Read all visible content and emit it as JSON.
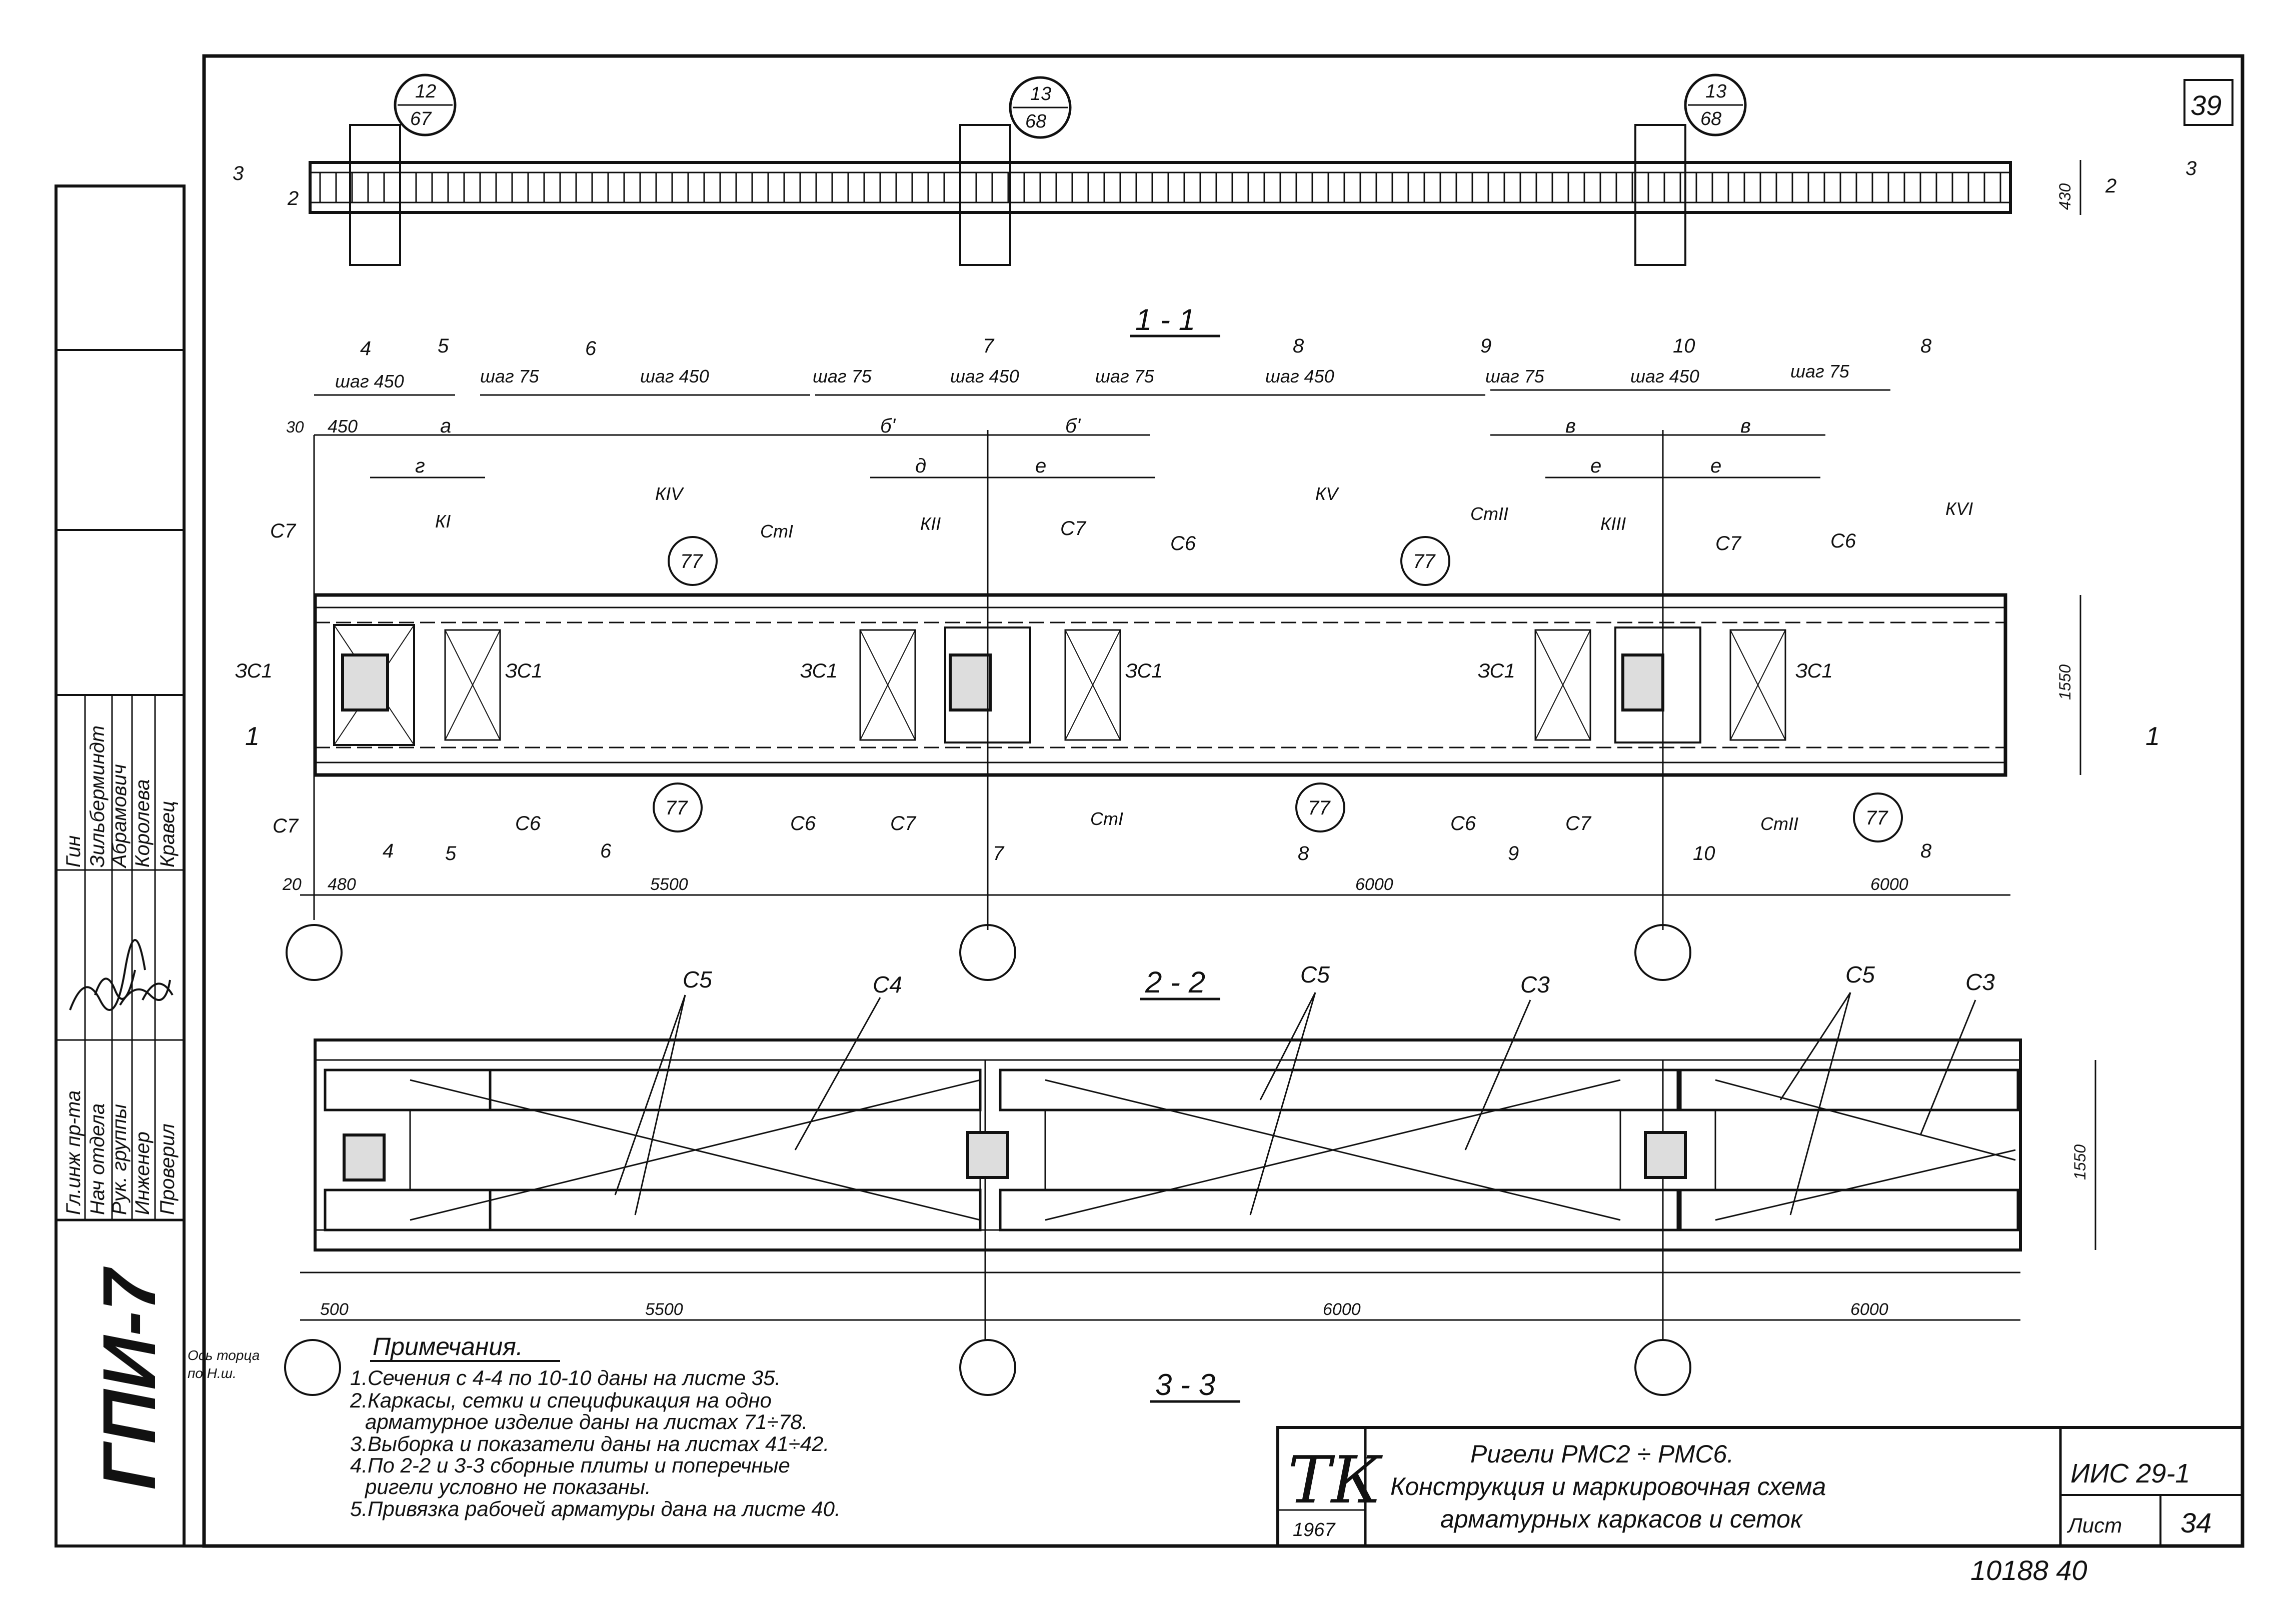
{
  "sheet": {
    "top_number": "39",
    "side_code": "ГПИ-7",
    "bottom_note": "10188 40",
    "sub_note": "Ось торца\nпо Н.ш."
  },
  "signatures": {
    "roles": [
      "Гл.инж пр-та",
      "Нач отдела",
      "Рук. группы",
      "Инженер",
      "Проверил"
    ],
    "names": [
      "Гин",
      "Зильберминдт",
      "Абрамович",
      "Королева",
      "Кравец"
    ]
  },
  "sections": {
    "s1": "1 - 1",
    "s2": "2 - 2",
    "s3": "3 - 3"
  },
  "callouts": {
    "top": [
      {
        "num": "12",
        "den": "67"
      },
      {
        "num": "13",
        "den": "68"
      },
      {
        "num": "13",
        "den": "68"
      }
    ],
    "ref77": "77"
  },
  "plan": {
    "steps": [
      "шаг 450",
      "шаг 75",
      "шаг 450",
      "шаг 75",
      "шаг 450",
      "шаг 75",
      "шаг 450",
      "шаг 75",
      "шаг 450",
      "шаг 75"
    ],
    "dims_top": [
      "30",
      "450",
      "а",
      "г",
      "б'",
      "б'",
      "д",
      "е",
      "в",
      "в",
      "е",
      "е"
    ],
    "cut_labels_top": [
      "4",
      "5",
      "6",
      "7",
      "8",
      "9",
      "10",
      "8"
    ],
    "cut_labels_bottom": [
      "4",
      "5",
      "6",
      "7",
      "8",
      "9",
      "10",
      "8"
    ],
    "frames": [
      "КI",
      "КIV",
      "КII",
      "КV",
      "КIII",
      "КVI"
    ],
    "labels": {
      "c7": "С7",
      "c6": "С6",
      "zc1": "ЗС1",
      "st1": "СтI",
      "st2": "СтII",
      "section_mark_1": "1",
      "section_mark_2": "2",
      "section_mark_3": "3"
    },
    "dim_beam_height": "1550",
    "dim_beam_430": "430",
    "dims_bottom": [
      "20",
      "480",
      "5500",
      "6000",
      "6000"
    ]
  },
  "section22": {
    "labels": [
      "С5",
      "С4",
      "С5",
      "С3",
      "С5",
      "С3"
    ],
    "height": "1550",
    "dims_bottom": [
      "500",
      "5500",
      "6000",
      "6000"
    ]
  },
  "notes": {
    "title": "Примечания.",
    "items": [
      "1.Сечения с 4-4 по 10-10 даны на листе 35.",
      "2.Каркасы, сетки и спецификация на одно",
      "арматурное изделие даны на листах 71÷78.",
      "3.Выборка и показатели даны на листах 41÷42.",
      "4.По 2-2 и 3-3 сборные плиты и поперечные",
      "ригели условно не показаны.",
      "5.Привязка рабочей арматуры дана на листе 40."
    ]
  },
  "stamp": {
    "logo": "ТК",
    "year": "1967",
    "title_lines": [
      "Ригели РМС2 ÷ РМС6.",
      "Конструкция и маркировочная схема",
      "арматурных каркасов и сеток"
    ],
    "code": "ИИС 29-1",
    "sheet_label": "Лист",
    "sheet_num": "34"
  }
}
